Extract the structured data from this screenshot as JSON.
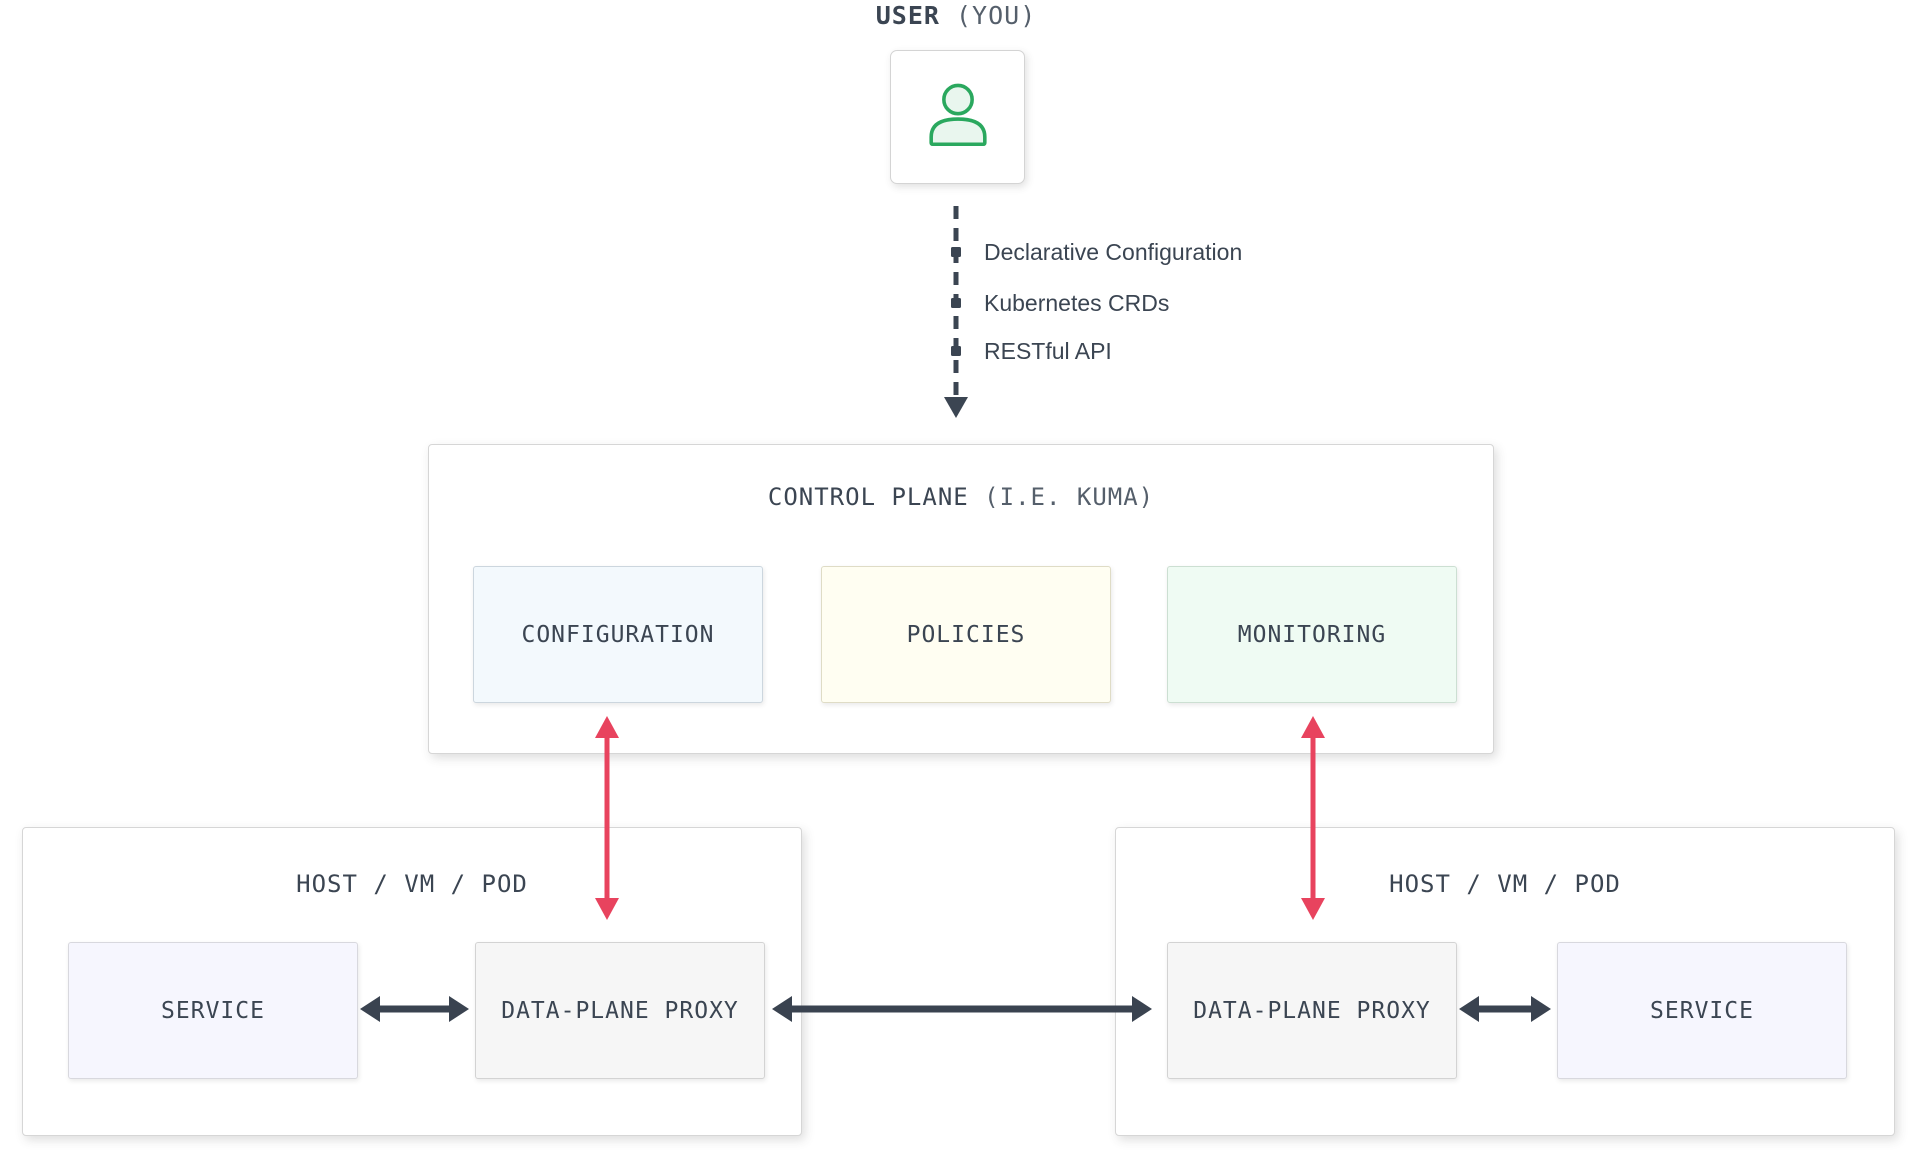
{
  "colors": {
    "text_dark": "#3b4552",
    "text_light": "#555f6b",
    "accent_red": "#e8435e",
    "arrow_dark": "#3a4350",
    "icon_green": "#2aa85e",
    "icon_green_fill": "#e9f6ee",
    "configuration_bg": "#f3f9fd",
    "policies_bg": "#fffef2",
    "monitoring_bg": "#effbf3",
    "service_bg": "#f6f6fe",
    "proxy_bg": "#f6f6f6"
  },
  "user": {
    "title_strong": "USER",
    "title_light": "(YOU)"
  },
  "connector": {
    "items": [
      "Declarative Configuration",
      "Kubernetes CRDs",
      "RESTful API"
    ]
  },
  "control_plane": {
    "title_strong": "CONTROL PLANE",
    "title_light": "(I.E. KUMA)",
    "boxes": [
      {
        "label": "CONFIGURATION"
      },
      {
        "label": "POLICIES"
      },
      {
        "label": "MONITORING"
      }
    ]
  },
  "hosts": [
    {
      "title": "HOST / VM / POD",
      "boxes": [
        {
          "label": "SERVICE"
        },
        {
          "label": "DATA-PLANE PROXY"
        }
      ]
    },
    {
      "title": "HOST / VM / POD",
      "boxes": [
        {
          "label": "DATA-PLANE PROXY"
        },
        {
          "label": "SERVICE"
        }
      ]
    }
  ]
}
